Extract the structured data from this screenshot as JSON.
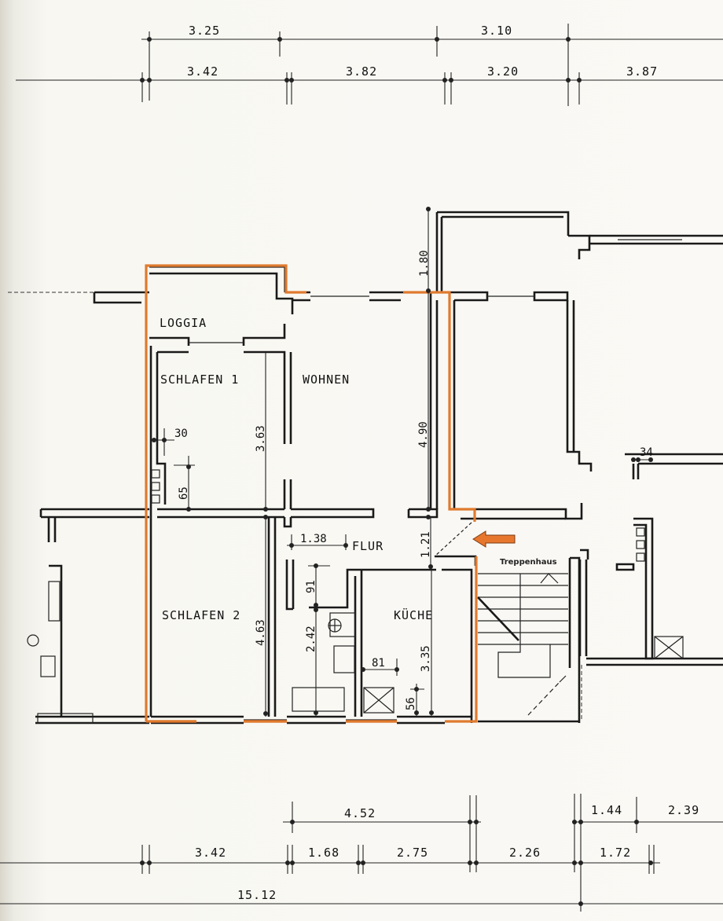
{
  "rooms": {
    "loggia": "LOGGIA",
    "schlafen1": "SCHLAFEN 1",
    "wohnen": "WOHNEN",
    "schlafen2": "SCHLAFEN 2",
    "flur": "FLUR",
    "kueche": "KÜCHE",
    "treppenhaus": "Treppenhaus"
  },
  "dimensions_top": {
    "row1": [
      "3.25",
      "3.10"
    ],
    "row2": [
      "3.42",
      "3.82",
      "3.20",
      "3.87"
    ]
  },
  "dimensions_interior": {
    "balcony_depth": "1.80",
    "schlafen1_depth": "3.63",
    "wohnen_depth": "4.90",
    "schlafen2_depth": "4.63",
    "flur_width": "1.38",
    "entry_depth": "1.21",
    "bath_depth": "2.42",
    "bath_recess": "91",
    "kueche_depth": "3.35",
    "shaft_width": "81",
    "shaft_depth": "56",
    "chimney_offset": "30",
    "chimney_depth": "65",
    "neighbor_shaft": "34"
  },
  "dimensions_bottom": {
    "row1": [
      "4.52",
      "1.44",
      "2.39"
    ],
    "row2": [
      "3.42",
      "1.68",
      "2.75",
      "2.26",
      "1.72"
    ],
    "total": "15.12"
  },
  "highlight": {
    "outline_color": "#e07a2e",
    "arrow_color": "#e8772e",
    "entrance_arrow": "arrow-left-icon"
  }
}
